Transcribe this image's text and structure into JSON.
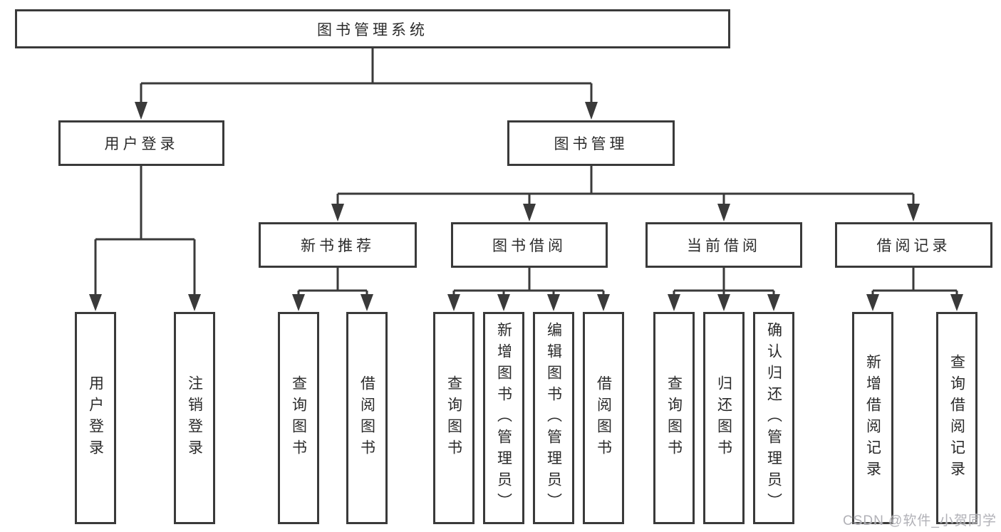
{
  "diagram": {
    "root": {
      "label": "图书管理系统"
    },
    "branches": [
      {
        "label": "用户登录"
      },
      {
        "label": "图书管理"
      }
    ],
    "modules": [
      {
        "label": "新书推荐"
      },
      {
        "label": "图书借阅"
      },
      {
        "label": "当前借阅"
      },
      {
        "label": "借阅记录"
      }
    ],
    "leaves": [
      {
        "parent": "用户登录",
        "label": "用户登录"
      },
      {
        "parent": "用户登录",
        "label": "注销登录"
      },
      {
        "parent": "新书推荐",
        "label": "查询图书"
      },
      {
        "parent": "新书推荐",
        "label": "借阅图书"
      },
      {
        "parent": "图书借阅",
        "label": "查询图书"
      },
      {
        "parent": "图书借阅",
        "label": "新增图书（管理员）"
      },
      {
        "parent": "图书借阅",
        "label": "编辑图书（管理员）"
      },
      {
        "parent": "图书借阅",
        "label": "借阅图书"
      },
      {
        "parent": "当前借阅",
        "label": "查询图书"
      },
      {
        "parent": "当前借阅",
        "label": "归还图书"
      },
      {
        "parent": "当前借阅",
        "label": "确认归还（管理员）"
      },
      {
        "parent": "借阅记录",
        "label": "新增借阅记录"
      },
      {
        "parent": "借阅记录",
        "label": "查询借阅记录"
      }
    ]
  },
  "watermark": {
    "text": "CSDN @软件_小贺同学"
  },
  "colors": {
    "line": "#3a3a3a",
    "text": "#2b2b2b",
    "box_background": "#ffffff",
    "watermark": "#a8a8af"
  }
}
